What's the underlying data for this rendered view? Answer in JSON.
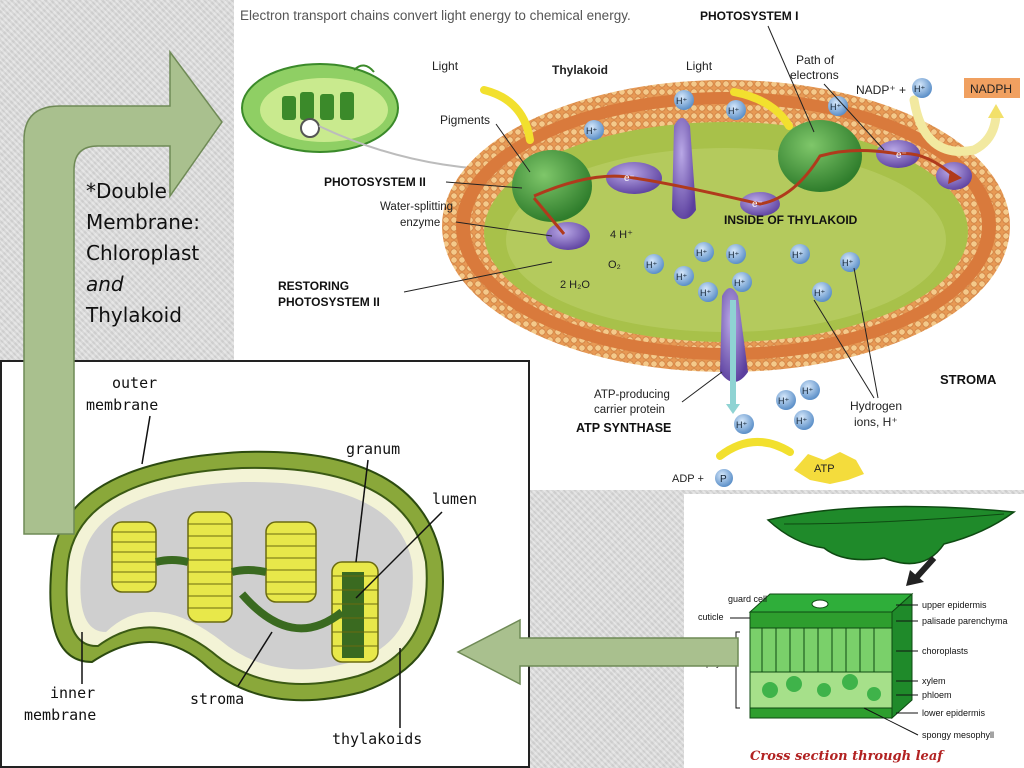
{
  "slide": {
    "text_line1": "*Double",
    "text_line2": "Membrane:",
    "text_line3": "Chloroplast",
    "text_line4": "and",
    "text_line5": "Thylakoid"
  },
  "top_diagram": {
    "title": "Electron transport chains convert light energy to chemical energy.",
    "photosystem_i": "PHOTOSYSTEM I",
    "light_left": "Light",
    "thylakoid": "Thylakoid",
    "light_right": "Light",
    "path_line1": "Path of",
    "path_line2": "electrons",
    "nadp_plus": "NADP⁺ +",
    "nadph": "NADPH",
    "pigments": "Pigments",
    "photosystem_ii": "PHOTOSYSTEM II",
    "water_line1": "Water-splitting",
    "water_line2": "enzyme",
    "inside_thylakoid": "INSIDE OF THYLAKOID",
    "four_h": "4 H⁺",
    "o2": "O₂",
    "two_h2o": "2 H₂O",
    "restoring_line1": "RESTORING",
    "restoring_line2": "PHOTOSYSTEM II",
    "stroma": "STROMA",
    "atp_line1": "ATP-producing",
    "atp_line2": "carrier protein",
    "atp_synthase": "ATP SYNTHASE",
    "hydrogen_line1": "Hydrogen",
    "hydrogen_line2": "ions, H⁺",
    "adp_plus": "ADP +",
    "p": "P",
    "atp": "ATP",
    "h_ion": "H⁺",
    "electron": "e⁻"
  },
  "bottom_diagram": {
    "outer_line1": "outer",
    "outer_line2": "membrane",
    "granum": "granum",
    "lumen": "lumen",
    "inner_line1": "inner",
    "inner_line2": "membrane",
    "stroma": "stroma",
    "thylakoids": "thylakoids"
  },
  "leaf_diagram": {
    "guard_cell": "guard cell",
    "cuticle": "cuticle",
    "mesophyll": "mesophyll",
    "upper_epidermis": "upper epidermis",
    "palisade": "palisade parenchyma",
    "chloroplasts": "choroplasts",
    "xylem": "xylem",
    "phloem": "phloem",
    "lower_epidermis": "lower epidermis",
    "spongy": "spongy mesophyll",
    "caption": "Cross section through leaf"
  },
  "colors": {
    "arrow": "#a9c08e",
    "thylakoid_orange": "#d97a3c",
    "stroma_green": "#9ab03a",
    "granum_yellow": "#e8e84a",
    "leaf_green": "#2e9e2e",
    "caption_red": "#b22222"
  }
}
